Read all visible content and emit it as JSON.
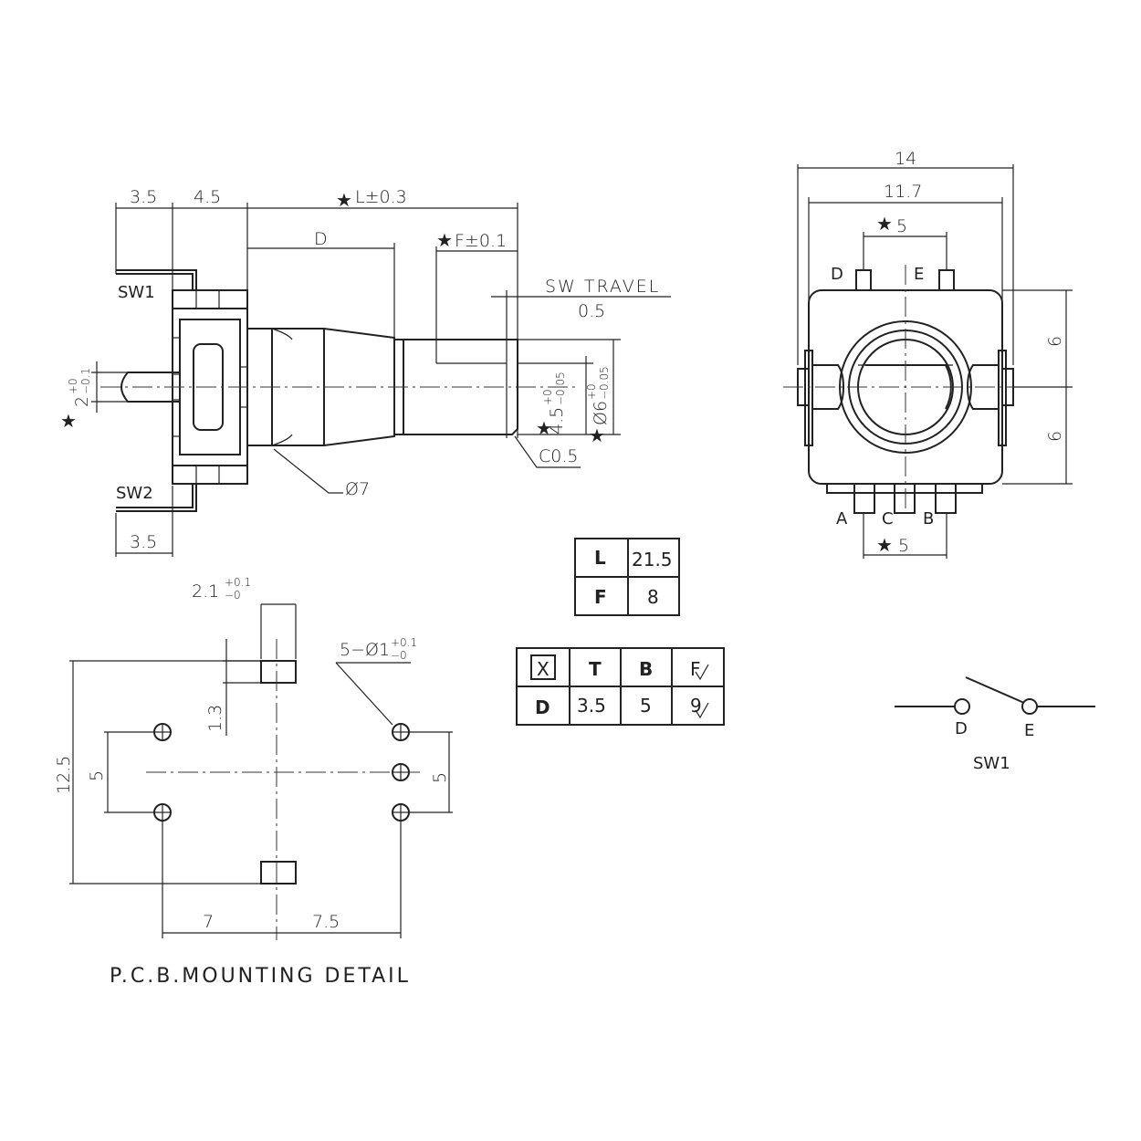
{
  "side_view": {
    "dim_3_5_top": "3.5",
    "dim_4_5": "4.5",
    "dim_L": "L±0.3",
    "dim_D": "D",
    "dim_F": "F±0.1",
    "sw_travel": "SW TRAVEL",
    "sw_travel_value": "0.5",
    "sw1": "SW1",
    "sw2": "SW2",
    "dim_3_5_bottom": "3.5",
    "phi7": "Ø7",
    "c05": "C0.5",
    "dim_2": "2",
    "dim_2_tol_plus": "+0",
    "dim_2_tol_minus": "−0.1",
    "dim_4_5_shaft": "4.5",
    "dim_4_5_tol_plus": "+0",
    "dim_4_5_tol_minus": "−0.05",
    "dim_phi6": "Ø6",
    "dim_phi6_tol_plus": "+0",
    "dim_phi6_tol_minus": "−0.05",
    "star": "★"
  },
  "front_view": {
    "dim_14": "14",
    "dim_11_7": "11.7",
    "dim_5_top": "5",
    "dim_5_bottom": "5",
    "dim_6_upper": "6",
    "dim_6_lower": "6",
    "pin_D": "D",
    "pin_E": "E",
    "pin_A": "A",
    "pin_C": "C",
    "pin_B": "B"
  },
  "table_LF": {
    "rows": [
      [
        "L",
        "21.5"
      ],
      [
        "F",
        "8"
      ]
    ]
  },
  "table_DX": {
    "header": [
      "X",
      "T",
      "B",
      "F"
    ],
    "row": [
      "D",
      "3.5",
      "5",
      "9"
    ]
  },
  "pcb": {
    "slot_dim": "2.1",
    "slot_tol_plus": "+0.1",
    "slot_tol_minus": "−0",
    "hole_dim": "5−Ø1",
    "hole_tol_plus": "+0.1",
    "hole_tol_minus": "−0",
    "dim_1_3": "1.3",
    "dim_12_5": "12.5",
    "dim_5_left": "5",
    "dim_5_right": "5",
    "dim_7": "7",
    "dim_7_5": "7.5",
    "title": "P.C.B.MOUNTING DETAIL"
  },
  "switch_symbol": {
    "label_D": "D",
    "label_E": "E",
    "name": "SW1"
  }
}
